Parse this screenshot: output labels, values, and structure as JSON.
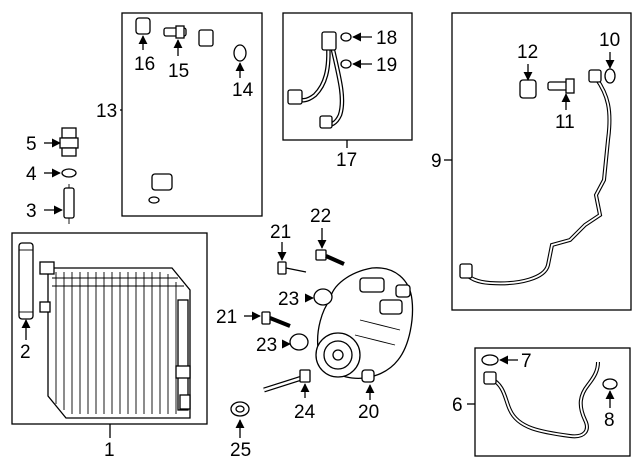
{
  "callouts": {
    "c1": "1",
    "c2": "2",
    "c3": "3",
    "c4": "4",
    "c5": "5",
    "c6": "6",
    "c7": "7",
    "c8": "8",
    "c9": "9",
    "c10": "10",
    "c11": "11",
    "c12": "12",
    "c13": "13",
    "c14": "14",
    "c15": "15",
    "c16": "16",
    "c17": "17",
    "c18": "18",
    "c19": "19",
    "c20": "20",
    "c21a": "21",
    "c21b": "21",
    "c22": "22",
    "c23a": "23",
    "c23b": "23",
    "c24": "24",
    "c25": "25"
  }
}
